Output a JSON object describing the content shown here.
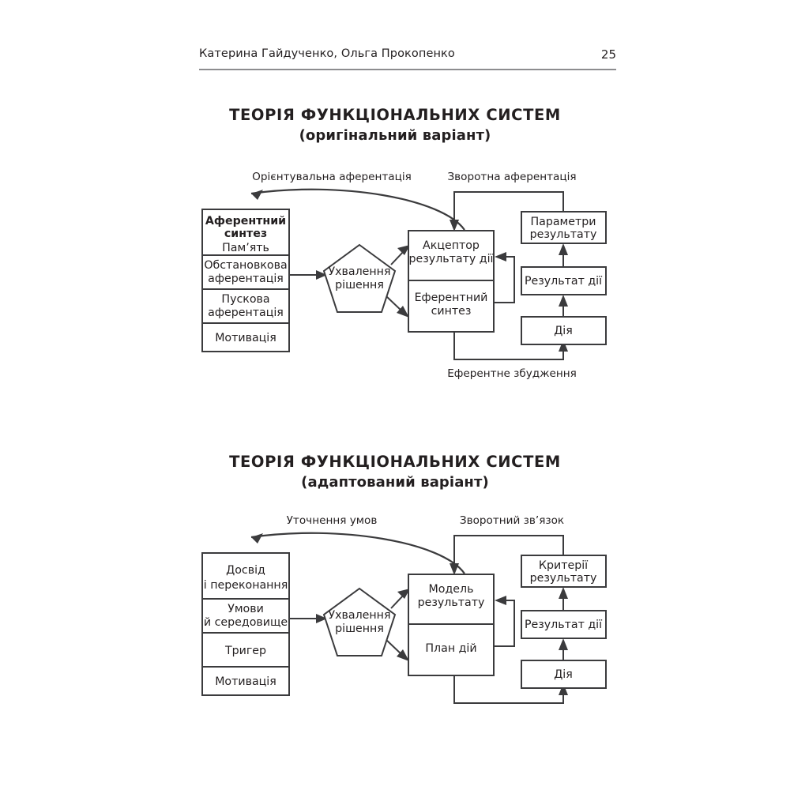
{
  "running_head": {
    "authors": "Катерина Гайдученко, Ольга Прокопенко",
    "page_number": "25"
  },
  "figures": [
    {
      "title_line1": "ТЕОРІЯ ФУНКЦІОНАЛЬНИХ СИСТЕМ",
      "title_line2": "(оригінальний варіант)",
      "top_left_label": "Орієнтувальна аферентація",
      "top_right_label": "Зворотна аферентація",
      "bottom_label": "Еферентне збудження",
      "left_stack": {
        "cell1_line1": "Аферентний",
        "cell1_line2": "синтез",
        "cell1_line3": "Пам’ять",
        "cell2_line1": "Обстановкова",
        "cell2_line2": "аферентація",
        "cell3_line1": "Пускова",
        "cell3_line2": "аферентація",
        "cell4_line1": "Мотивація"
      },
      "decision": {
        "line1": "Ухвалення",
        "line2": "рішення"
      },
      "center": {
        "top_line1": "Акцептор",
        "top_line2": "результату дії",
        "bottom_line1": "Еферентний",
        "bottom_line2": "синтез"
      },
      "right_stack": {
        "box1_line1": "Параметри",
        "box1_line2": "результату",
        "box2_line1": "Результат дії",
        "box3_line1": "Дія"
      }
    },
    {
      "title_line1": "ТЕОРІЯ ФУНКЦІОНАЛЬНИХ СИСТЕМ",
      "title_line2": "(адаптований варіант)",
      "top_left_label": "Уточнення умов",
      "top_right_label": "Зворотний зв’язок",
      "bottom_label": "",
      "left_stack": {
        "cell1_line1": "Досвід",
        "cell1_line2": "і переконання",
        "cell1_line3": "",
        "cell2_line1": "Умови",
        "cell2_line2": "й середовище",
        "cell3_line1": "Тригер",
        "cell3_line2": "",
        "cell4_line1": "Мотивація"
      },
      "decision": {
        "line1": "Ухвалення",
        "line2": "рішення"
      },
      "center": {
        "top_line1": "Модель",
        "top_line2": "результату",
        "bottom_line1": "План дій",
        "bottom_line2": ""
      },
      "right_stack": {
        "box1_line1": "Критерії",
        "box1_line2": "результату",
        "box2_line1": "Результат дії",
        "box3_line1": "Дія"
      }
    }
  ],
  "colors": {
    "ink": "#231f20",
    "stroke": "#3b3b3d",
    "rule": "#8d8d8f",
    "background": "#ffffff"
  }
}
